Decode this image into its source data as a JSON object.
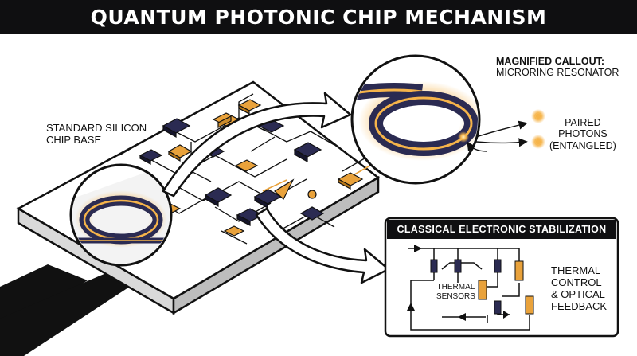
{
  "title": "QUANTUM PHOTONIC CHIP MECHANISM",
  "labels": {
    "chip_base_line1": "STANDARD SILICON",
    "chip_base_line2": "CHIP BASE",
    "callout_line1": "MAGNIFIED CALLOUT:",
    "callout_line2": "MICRORING RESONATOR",
    "photons_line1": "PAIRED",
    "photons_line2": "PHOTONS",
    "photons_line3": "(ENTANGLED)",
    "stabilization": "CLASSICAL ELECTRONIC STABILIZATION",
    "sensors_line1": "THERMAL",
    "sensors_line2": "SENSORS",
    "thermal_line1": "THERMAL",
    "thermal_line2": "CONTROL",
    "thermal_line3": "& OPTICAL",
    "thermal_line4": "FEEDBACK"
  },
  "colors": {
    "ink": "#111111",
    "navy": "#2b2b52",
    "orange": "#e9a23b",
    "glow": "#f6b44a"
  }
}
